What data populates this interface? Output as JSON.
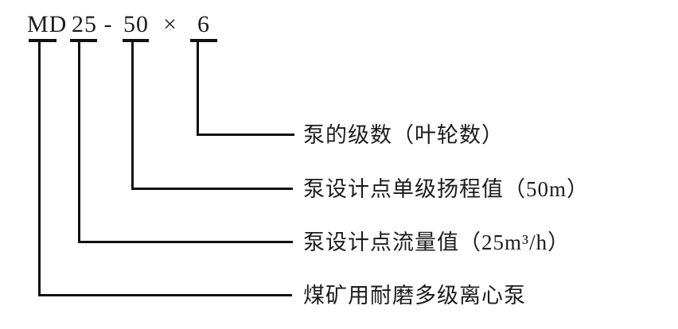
{
  "model": {
    "full": "MD 25 - 50 × 6",
    "parts": {
      "series": "MD",
      "flow": "25",
      "dash": "-",
      "head": "50",
      "times": "×",
      "stages": "6"
    }
  },
  "callouts": {
    "stages": "泵的级数（叶轮数）",
    "head": "泵设计点单级扬程值（50m）",
    "flow": "泵设计点流量值（25m³/h）",
    "series": "煤矿用耐磨多级离心泵"
  },
  "colors": {
    "line": "#111111",
    "text": "#1c1c1c",
    "background": "#ffffff"
  }
}
